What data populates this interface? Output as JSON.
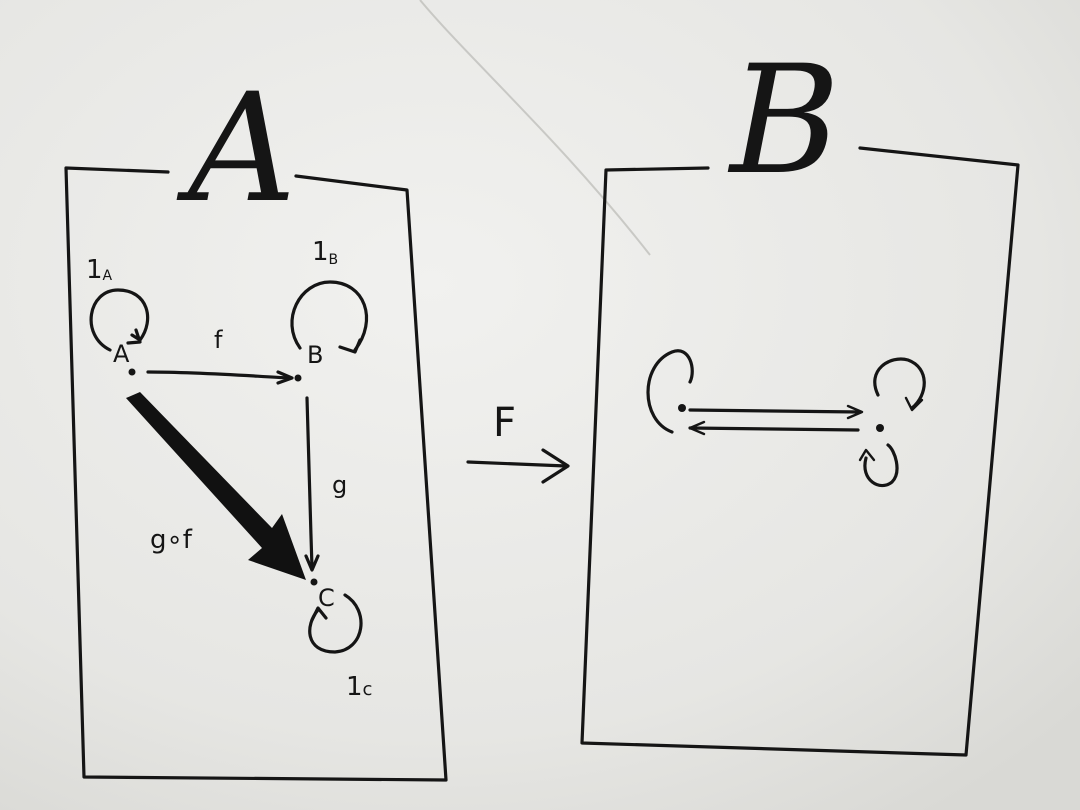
{
  "category_A": {
    "title": "A",
    "objects": {
      "A": "A",
      "B": "B",
      "C": "C"
    },
    "morphisms": {
      "f": "f",
      "g": "g",
      "composite": "g∘f"
    },
    "identities": {
      "A": {
        "main": "1",
        "sub": "A"
      },
      "B": {
        "main": "1",
        "sub": "B"
      },
      "C": {
        "main": "1",
        "sub": "c"
      }
    }
  },
  "functor": {
    "label": "F"
  },
  "category_B": {
    "title": "B"
  },
  "colors": {
    "ink": "#151515",
    "board": "#e8e8e6"
  }
}
